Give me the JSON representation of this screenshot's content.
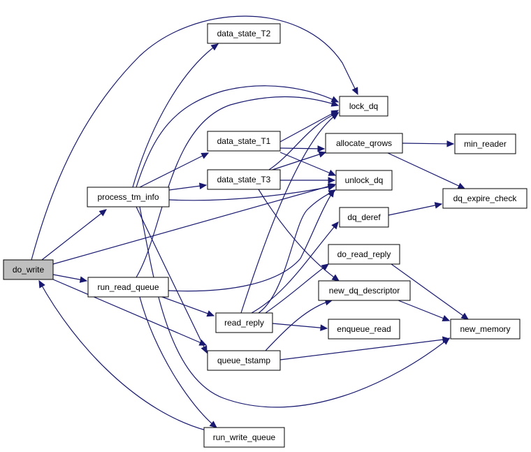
{
  "graph": {
    "colors": {
      "edge": "#191970",
      "root_fill": "#bfbfbf",
      "node_fill": "#ffffff",
      "node_border": "#000000"
    },
    "nodes": {
      "do_write": "do_write",
      "process_tm_info": "process_tm_info",
      "run_read_queue": "run_read_queue",
      "run_write_queue": "run_write_queue",
      "data_state_T2": "data_state_T2",
      "data_state_T1": "data_state_T1",
      "data_state_T3": "data_state_T3",
      "read_reply": "read_reply",
      "queue_tstamp": "queue_tstamp",
      "lock_dq": "lock_dq",
      "allocate_qrows": "allocate_qrows",
      "unlock_dq": "unlock_dq",
      "dq_deref": "dq_deref",
      "do_read_reply": "do_read_reply",
      "new_dq_descriptor": "new_dq_descriptor",
      "enqueue_read": "enqueue_read",
      "min_reader": "min_reader",
      "dq_expire_check": "dq_expire_check",
      "new_memory": "new_memory"
    }
  }
}
